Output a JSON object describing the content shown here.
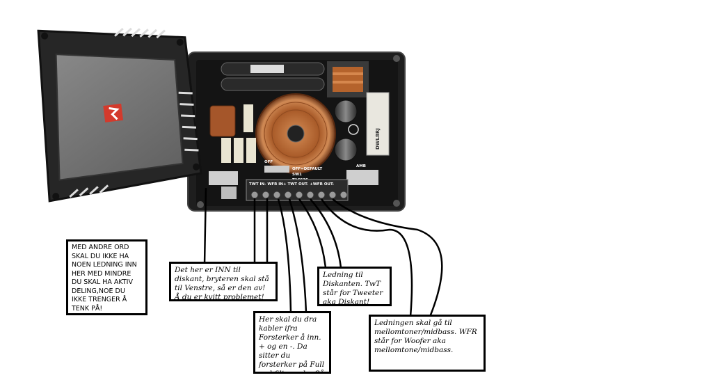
{
  "notes": {
    "andre": "MED ANDRE ORD SKAL DU IKKE HA NOEN LEDNING INN HER MED MINDRE DU SKAL HA AKTIV DELING,NOE DU IKKE TRENGER Å TENK PÅ!",
    "inn": "Det her er INN til diskant, bryteren skal stå til Venstre, så er den av! Å du er kvitt problemet!",
    "tweeter": "Ledning til Diskanten. TwT står for Tweeter aka Diskant!",
    "forsterker": "Her skal du dra kabler ifra Forsterker å inn. + og en -. Da sitter du forsterker på Full ved filter valg. Så fikser delefilteret resten!",
    "woofer": "Ledningen skal gå til mellomtoner/midbass. WFR står for Woofer aka mellomtone/midbass."
  },
  "board_labels": {
    "switch_off": "OFF",
    "switch_default": "OFF=DEFAULT",
    "switch_name": "SW1",
    "part_number": "T1652S",
    "amb": "AMB",
    "resistor": "DWL8RJ",
    "terminal_block": "TWT IN-  WFR IN+  TWT OUT-  +WFR OUT-"
  },
  "colors": {
    "board": "#1a1a1a",
    "cover": "#262626",
    "copper": "#b5632c",
    "note_border": "#000000"
  }
}
